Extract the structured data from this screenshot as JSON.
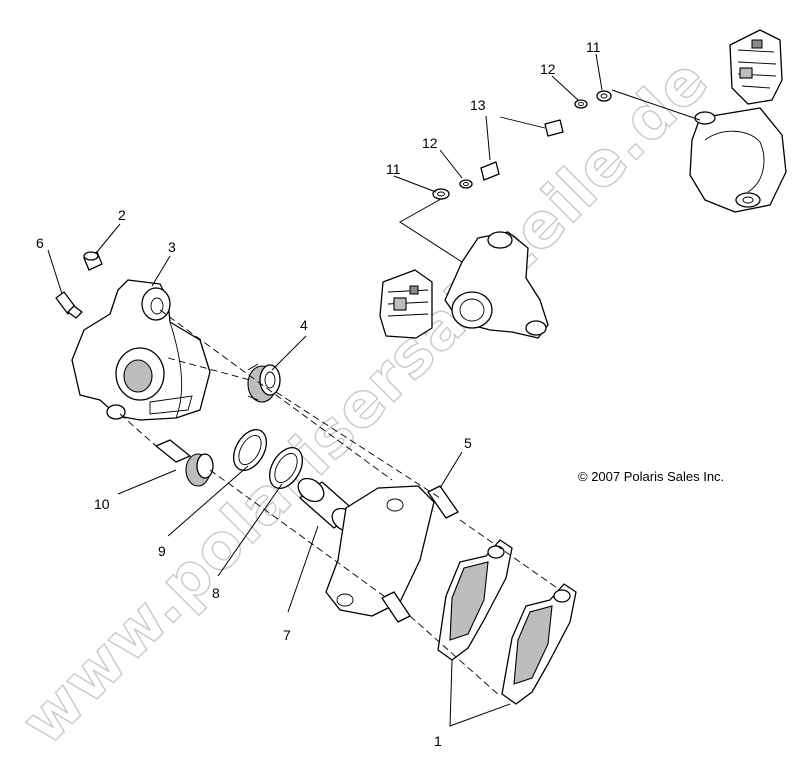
{
  "diagram": {
    "watermark": "www.polarisersatzteile.de",
    "copyright": "© 2007 Polaris Sales Inc.",
    "callouts": {
      "c1": "1",
      "c2": "2",
      "c3": "3",
      "c4": "4",
      "c5": "5",
      "c6": "6",
      "c7": "7",
      "c8": "8",
      "c9": "9",
      "c10": "10",
      "c11a": "11",
      "c11b": "11",
      "c12a": "12",
      "c12b": "12",
      "c13": "13"
    }
  }
}
